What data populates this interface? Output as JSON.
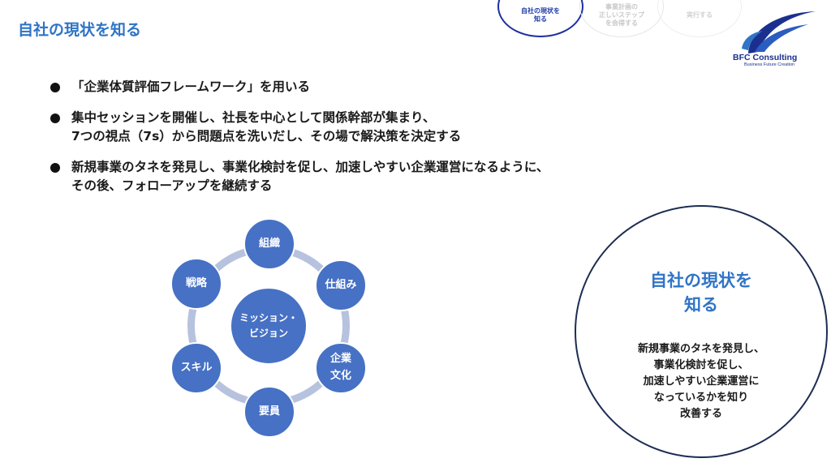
{
  "header": {
    "title": "自社の現状を知る"
  },
  "steps": [
    {
      "label": "自社の現状を\n知る"
    },
    {
      "label": "事業計画の\n正しいステップ\nを会得する"
    },
    {
      "label": "実行する"
    }
  ],
  "logo": {
    "name": "BFC Consulting",
    "tagline": "Business Future Creation"
  },
  "bullets": [
    {
      "lines": [
        "「企業体質評価フレームワーク」を用いる"
      ]
    },
    {
      "lines": [
        "集中セッションを開催し、社長を中心として関係幹部が集まり、",
        "7つの視点（7s）から問題点を洗いだし、その場で解決策を決定する"
      ]
    },
    {
      "lines": [
        "新規事業のタネを発見し、事業化検討を促し、加速しやすい企業運営になるように、",
        "その後、フォローアップを継続する"
      ]
    }
  ],
  "diagram": {
    "center": "ミッション・\nビジョン",
    "nodes": [
      "組織",
      "仕組み",
      "企業\n文化",
      "要員",
      "スキル",
      "戦略"
    ]
  },
  "summary": {
    "title": "自社の現状を\n知る",
    "text": "新規事業のタネを発見し、\n事業化検討を促し、\n加速しやすい企業運営に\nなっているかを知り\n改善する"
  },
  "colors": {
    "accent": "#2f74c6",
    "node": "#4671c4",
    "ring": "#b6c2de",
    "navy": "#1b2f8f"
  }
}
